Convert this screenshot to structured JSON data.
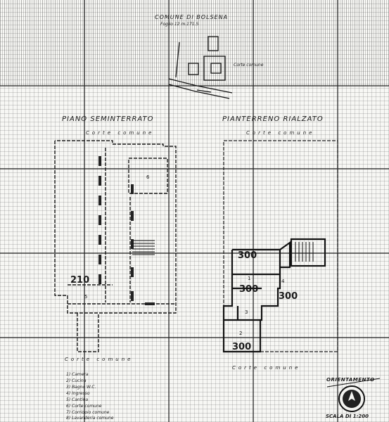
{
  "header": {
    "municipality": "COMUNE DI BOLSENA",
    "sheet_ref": "Foglio 12   m.171.5"
  },
  "site_plan": {
    "road_label": "Corte comune"
  },
  "plans": {
    "basement_title": "PIANO SEMINTERRATO",
    "ground_title": "PIANTERRENO RIALZATO",
    "basement_courtyard": "Corte comune",
    "ground_courtyard": "Corte comune",
    "bottom_left_courtyard": "Corte comune",
    "bottom_right_courtyard": "Corte comune"
  },
  "dimensions": {
    "basement_height": "210",
    "ground_height_1": "300",
    "ground_height_2": "300",
    "ground_height_3": "300",
    "ground_height_4": "300"
  },
  "room_numbers": [
    "1",
    "2",
    "3",
    "4",
    "5",
    "6"
  ],
  "legend": [
    "1) Camera",
    "2) Cucina",
    "3) Bagno W.C.",
    "4) Ingresso",
    "5) Cantina",
    "6) Corte comune",
    "7) Corridoio comune",
    "8) Lavanderia comune"
  ],
  "orientation": {
    "label": "ORIENTAMENTO"
  },
  "scale": {
    "label": "SCALA DI 1:200"
  }
}
